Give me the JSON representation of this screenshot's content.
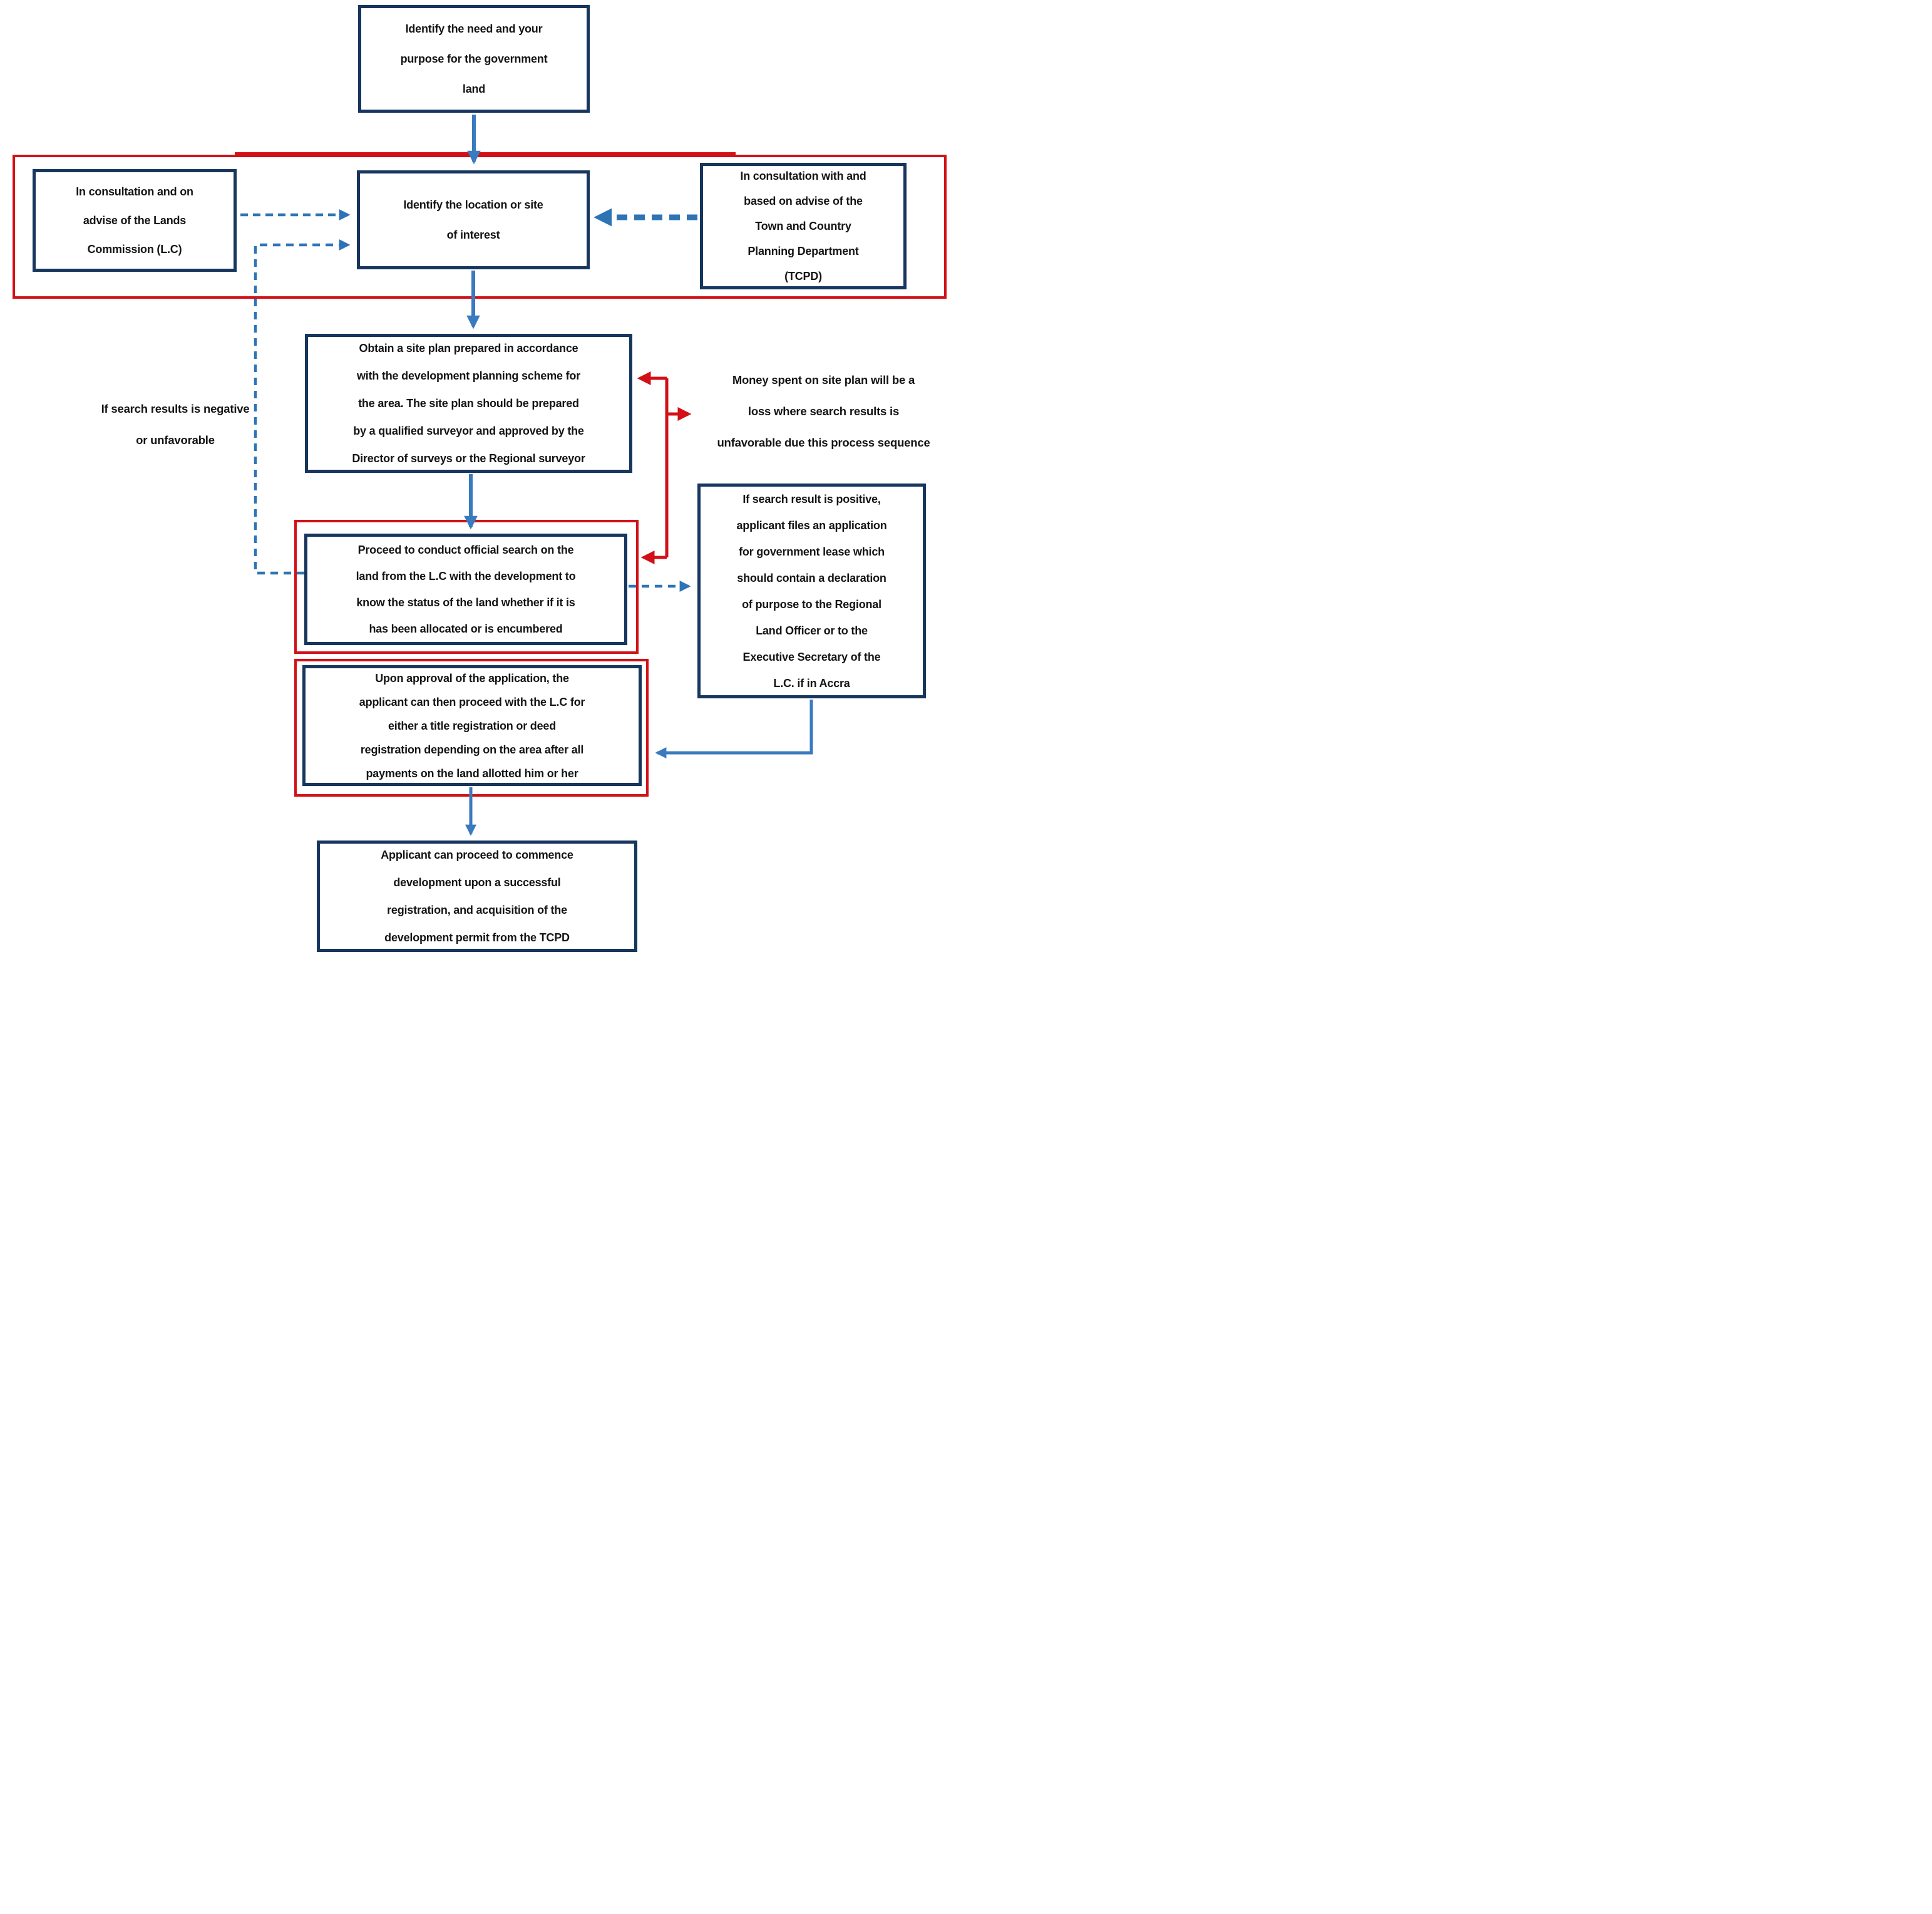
{
  "diagram": {
    "type": "flowchart",
    "topic": "Process of acquiring government land"
  },
  "boxes": {
    "identify_need": [
      "Identify the need and your",
      "purpose for the government",
      "land"
    ],
    "lands_commission": [
      "In consultation and on",
      "advise of the Lands",
      "Commission (L.C)"
    ],
    "identify_location": [
      "Identify the location or site",
      "of interest"
    ],
    "tcpd": [
      "In consultation with and",
      "based on advise of the",
      "Town and Country",
      "Planning Department",
      "(TCPD)"
    ],
    "site_plan": [
      "Obtain a site plan prepared in accordance",
      "with the development planning scheme for",
      "the area. The site plan should be prepared",
      "by a qualified surveyor and approved by the",
      "Director of surveys or the Regional surveyor"
    ],
    "official_search": [
      "Proceed to conduct official search on the",
      "land from the L.C with the development to",
      "know the status of the land whether if it is",
      "has been allocated or is encumbered"
    ],
    "lease_application": [
      "If search result is positive,",
      "applicant files an application",
      "for government lease which",
      "should contain a declaration",
      "of purpose to the Regional",
      "Land Officer or to the",
      "Executive Secretary of the",
      "L.C. if in Accra"
    ],
    "approval_registration": [
      "Upon approval of the application, the",
      "applicant can then proceed with the L.C for",
      "either a title registration or deed",
      "registration depending on the area after all",
      "payments on the land allotted him or her"
    ],
    "commence_development": [
      "Applicant can proceed to commence",
      "development upon a successful",
      "registration, and acquisition of the",
      "development permit from the TCPD"
    ]
  },
  "labels": {
    "negative_search": [
      "If search results is negative",
      "or unfavorable"
    ],
    "money_loss": [
      "Money spent on site plan will be a",
      "loss where search results is",
      "unfavorable due this process sequence"
    ]
  },
  "colors": {
    "box_border": "#17365d",
    "solid_arrow": "#3a7abf",
    "dashed_arrow": "#2e74b5",
    "red_accent": "#d11117",
    "text": "#141414"
  }
}
